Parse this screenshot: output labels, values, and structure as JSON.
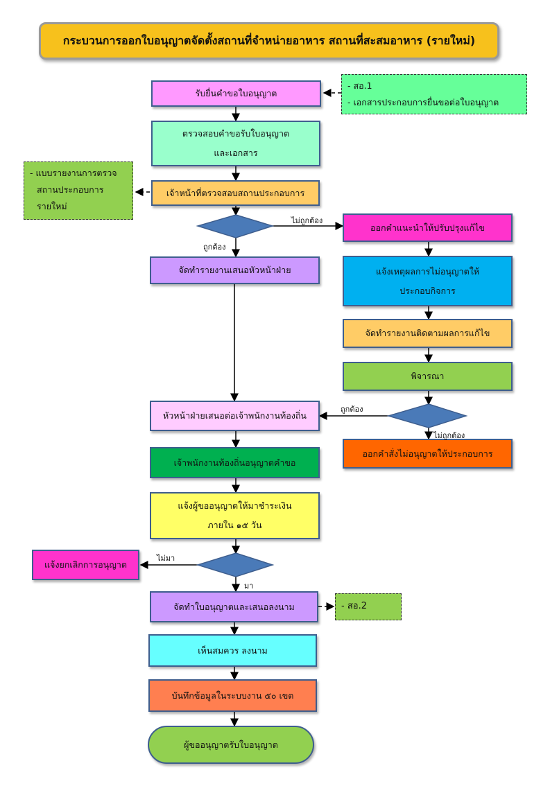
{
  "title": "กระบวนการออกใบอนุญาตจัดตั้งสถานที่จำหน่ายอาหาร สถานที่สะสมอาหาร (รายใหม่)",
  "colors": {
    "title_bg": "#f7c11c",
    "border": "#3e5e8e",
    "diamond": "#4a7ab8",
    "pink_light": "#ff99ff",
    "mint": "#99ffcc",
    "orange_light": "#ffcc66",
    "lavender": "#cc99ff",
    "magenta": "#ff33cc",
    "cyan": "#00b0f0",
    "green": "#92d050",
    "light_pink": "#ffccff",
    "orange_dark": "#ff6600",
    "dark_green": "#00b050",
    "yellow": "#ffff66",
    "hot_pink": "#ff33cc",
    "aqua": "#66ffff",
    "salmon": "#ff7f50",
    "note_green": "#66ff99",
    "note_olive": "#92d050"
  },
  "steps": {
    "s1": "รับยื่นคำขอใบอนุญาต",
    "s2_line1": "ตรวจสอบคำขอรับใบอนุญาต",
    "s2_line2": "และเอกสาร",
    "s3": "เจ้าหน้าที่ตรวจสอบสถานประกอบการ",
    "s4": "จัดทำรายงานเสนอหัวหน้าฝ่าย",
    "r1": "ออกคำแนะนำให้ปรับปรุงแก้ไข",
    "r2_line1": "แจ้งเหตุผลการไม่อนุญาตให้",
    "r2_line2": "ประกอบกิจการ",
    "r3": "จัดทำรายงานติดตามผลการแก้ไข",
    "r4": "พิจารณา",
    "r5": "ออกคำสั่งไม่อนุญาตให้ประกอบการ",
    "s5": "หัวหน้าฝ่ายเสนอต่อเจ้าพนักงานท้องถิ่น",
    "s6": "เจ้าพนักงานท้องถิ่นอนุญาตคำขอ",
    "s7_line1": "แจ้งผู้ขออนุญาตให้มาชำระเงิน",
    "s7_line2": "ภายใน ๑๕ วัน",
    "cancel": "แจ้งยกเลิกการอนุญาต",
    "s8": "จัดทำใบอนุญาตและเสนอลงนาม",
    "s9": "เห็นสมควร ลงนาม",
    "s10": "บันทึกข้อมูลในระบบงาน ๕๐ เขต",
    "end": "ผู้ขออนุญาตรับใบอนุญาต"
  },
  "notes": {
    "n1_line1": "-  สอ.1",
    "n1_line2": "-  เอกสารประกอบการยื่นขอต่อใบอนุญาต",
    "n2_line1": "- แบบรายงานการตรวจ",
    "n2_line2": "สถานประกอบการ",
    "n2_line3": "รายใหม่",
    "n3": "- สอ.2"
  },
  "labels": {
    "wrong1": "ไม่ถูกต้อง",
    "right1": "ถูกต้อง",
    "right2": "ถูกต้อง",
    "wrong2": "ไม่ถูกต้อง",
    "not_come": "ไม่มา",
    "come": "มา"
  }
}
